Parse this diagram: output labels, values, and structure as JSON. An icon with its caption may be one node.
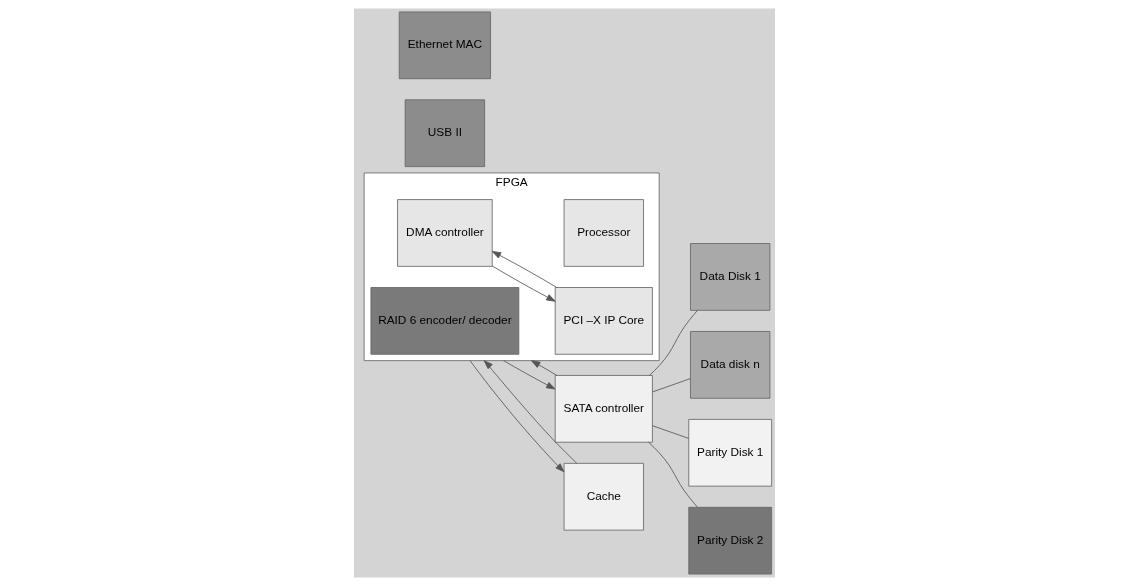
{
  "diagram": {
    "nodes": [
      {
        "text": [
          "Ethernet MAC"
        ]
      },
      {
        "text": [
          "USB II"
        ]
      },
      {
        "text": [
          "FPGA"
        ]
      },
      {
        "text": [
          "Processor"
        ],
        "in": 2
      },
      {
        "text": [
          "DMA controller"
        ],
        "in": 2
      },
      {
        "text": [
          "PCI –X IP Core"
        ],
        "in": 2
      },
      {
        "text": [
          "RAID 6 encoder/ decoder"
        ],
        "in": 2
      },
      {
        "text": [
          "SATA controller"
        ]
      },
      {
        "text": [
          "Cache"
        ]
      },
      {
        "text": [
          "Data Disk 1"
        ]
      },
      {
        "text": [
          "Data disk n"
        ]
      },
      {
        "text": [
          "Parity Disk 1"
        ]
      },
      {
        "text": [
          "Parity Disk 2"
        ]
      }
    ],
    "edges": [
      {
        "from": 4,
        "to": 5,
        "arrow": "to"
      },
      {
        "from": 5,
        "to": 4,
        "arrow": "to"
      },
      {
        "from": 2,
        "to": 7,
        "arrow": "to"
      },
      {
        "from": 7,
        "to": 2,
        "arrow": "to"
      },
      {
        "from": 2,
        "to": 8,
        "arrow": "to"
      },
      {
        "from": 8,
        "to": 2,
        "arrow": "to"
      },
      {
        "from": 7,
        "to": 9,
        "arrow": "none"
      },
      {
        "from": 7,
        "to": 10,
        "arrow": "none"
      },
      {
        "from": 7,
        "to": 11,
        "arrow": "none"
      },
      {
        "from": 7,
        "to": 12,
        "arrow": "none"
      }
    ]
  }
}
